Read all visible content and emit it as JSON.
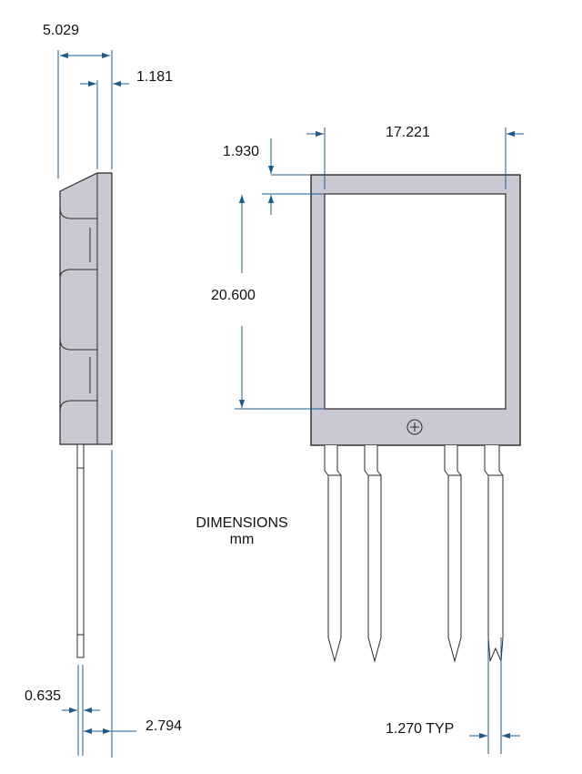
{
  "colors": {
    "dimension_line": "#1f5a8a",
    "outline": "#2a2a2a",
    "body_fill": "#c9c8d3",
    "window_fill": "#ffffff"
  },
  "caption": {
    "line1": "DIMENSIONS",
    "line2": "mm"
  },
  "side_view": {
    "overall_depth": "5.029",
    "step_depth": "1.181",
    "pin_width": "0.635",
    "pin_offset": "2.794"
  },
  "front_view": {
    "overall_width": "17.221",
    "border_top": "1.930",
    "window_height": "20.600",
    "pin_pitch": "1.270 TYP"
  },
  "icons": [
    "polarity-mark-icon"
  ]
}
